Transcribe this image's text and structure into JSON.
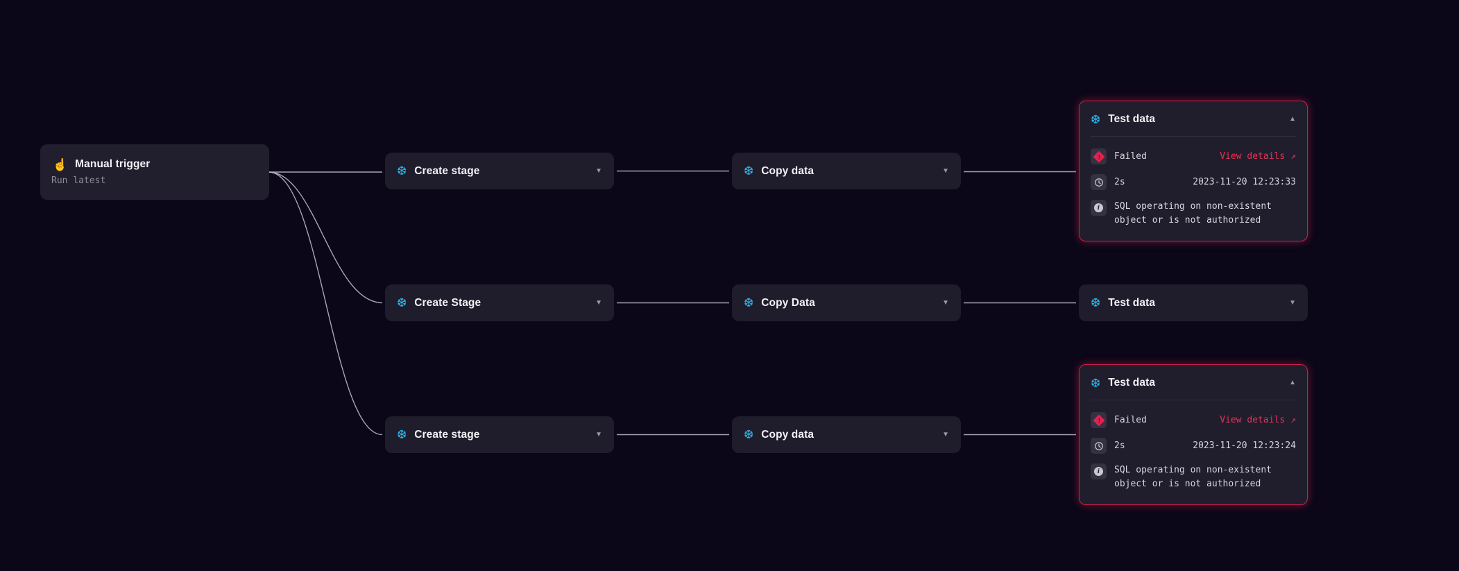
{
  "colors": {
    "background": "#0b0718",
    "node_bg": "#1f1c2b",
    "edge": "#b5b3c0",
    "snowflake_blue": "#2bb5e8",
    "trigger_purple": "#a78bfa",
    "error_red": "#e32050",
    "error_border": "#cf2048",
    "link_red": "#e73357"
  },
  "icons": {
    "snowflake": "❆",
    "hand_tap": "☝",
    "caret_down": "▼",
    "caret_up": "▲",
    "arrow_up_right": "↗",
    "info": "i",
    "exclamation": "!"
  },
  "trigger": {
    "title": "Manual trigger",
    "subtitle": "Run latest"
  },
  "rows": [
    {
      "stages": [
        {
          "label": "Create stage"
        },
        {
          "label": "Copy data"
        },
        {
          "label": "Test data",
          "expanded": true,
          "details": {
            "status": "Failed",
            "action": "View details",
            "duration": "2s",
            "timestamp": "2023-11-20 12:23:33",
            "error": "SQL operating on non-existent object or is not authorized"
          }
        }
      ]
    },
    {
      "stages": [
        {
          "label": "Create Stage"
        },
        {
          "label": "Copy Data"
        },
        {
          "label": "Test data",
          "expanded": false
        }
      ]
    },
    {
      "stages": [
        {
          "label": "Create stage"
        },
        {
          "label": "Copy data"
        },
        {
          "label": "Test data",
          "expanded": true,
          "details": {
            "status": "Failed",
            "action": "View details",
            "duration": "2s",
            "timestamp": "2023-11-20 12:23:24",
            "error": "SQL operating on non-existent object or is not authorized"
          }
        }
      ]
    }
  ]
}
